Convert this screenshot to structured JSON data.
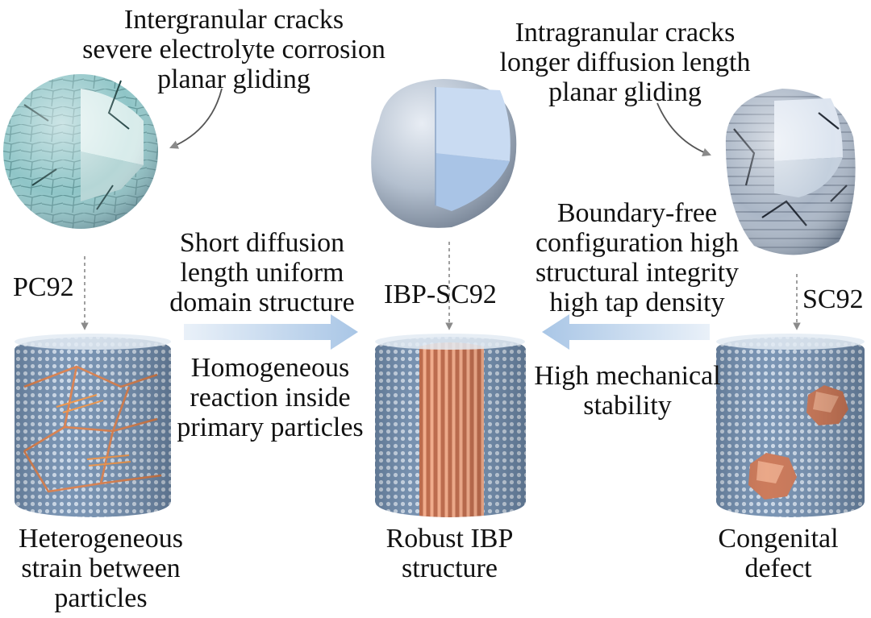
{
  "top_left_caption": [
    "Intergranular cracks",
    "severe electrolyte corrosion",
    "planar gliding"
  ],
  "top_right_caption": [
    "Intragranular cracks",
    "longer diffusion length",
    "planar gliding"
  ],
  "labels": {
    "pc92": "PC92",
    "ibp_sc92": "IBP-SC92",
    "sc92": "SC92"
  },
  "left_middle": [
    "Short diffusion",
    "length uniform",
    "domain structure"
  ],
  "left_lower": [
    "Homogeneous",
    "reaction inside",
    "primary particles"
  ],
  "right_middle": [
    "Boundary-free",
    "configuration high",
    "structural integrity",
    "high tap density"
  ],
  "right_lower": [
    "High mechanical",
    "stability"
  ],
  "bottom_captions": {
    "left": [
      "Heterogeneous",
      "strain between",
      "particles"
    ],
    "center": [
      "Robust IBP",
      "structure"
    ],
    "right": [
      "Congenital",
      "defect"
    ]
  },
  "colors": {
    "particle_teal": "#8cc2c4",
    "particle_gray": "#b9c4d0",
    "lattice_blue": "#7e98b8",
    "domain_orange": "#d98a66",
    "arrow_blue": "#a9c6e6"
  }
}
